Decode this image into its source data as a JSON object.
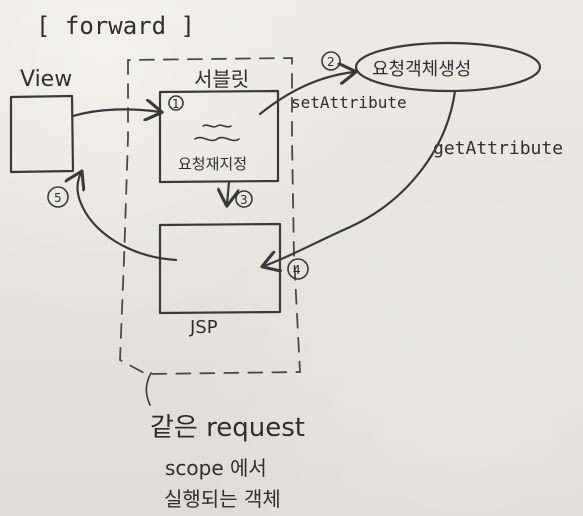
{
  "title": "[ forward ]",
  "view_label": "View",
  "servlet_label": "서블릿",
  "servlet_note": "요청재지정",
  "jsp_label": "JSP",
  "request_object_label": "요청객체생성",
  "set_attribute_label": "setAttribute",
  "get_attribute_label": "getAttribute",
  "step_markers": [
    "1",
    "2",
    "3",
    "4",
    "5"
  ],
  "scope_note": [
    "같은 request",
    "scope 에서",
    "실행되는 객체"
  ]
}
